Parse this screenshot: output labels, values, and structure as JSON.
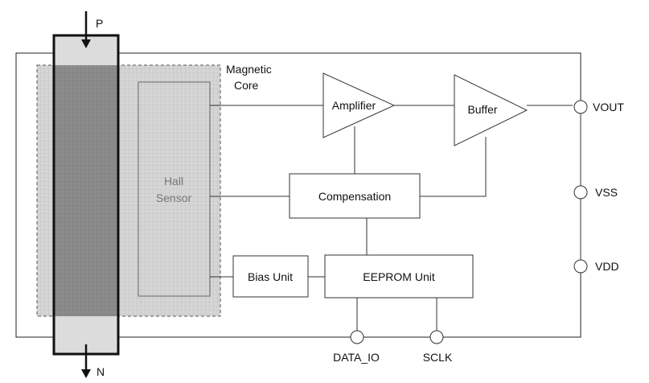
{
  "conductor": {
    "top_label": "P",
    "bottom_label": "N"
  },
  "magnetic_core": {
    "line1": "Magnetic",
    "line2": "Core"
  },
  "hall_sensor": {
    "line1": "Hall",
    "line2": "Sensor"
  },
  "blocks": {
    "amplifier": "Amplifier",
    "buffer": "Buffer",
    "compensation": "Compensation",
    "bias_unit": "Bias Unit",
    "eeprom_unit": "EEPROM Unit"
  },
  "pins": {
    "vout": "VOUT",
    "vss": "VSS",
    "vdd": "VDD",
    "data_io": "DATA_IO",
    "sclk": "SCLK"
  }
}
